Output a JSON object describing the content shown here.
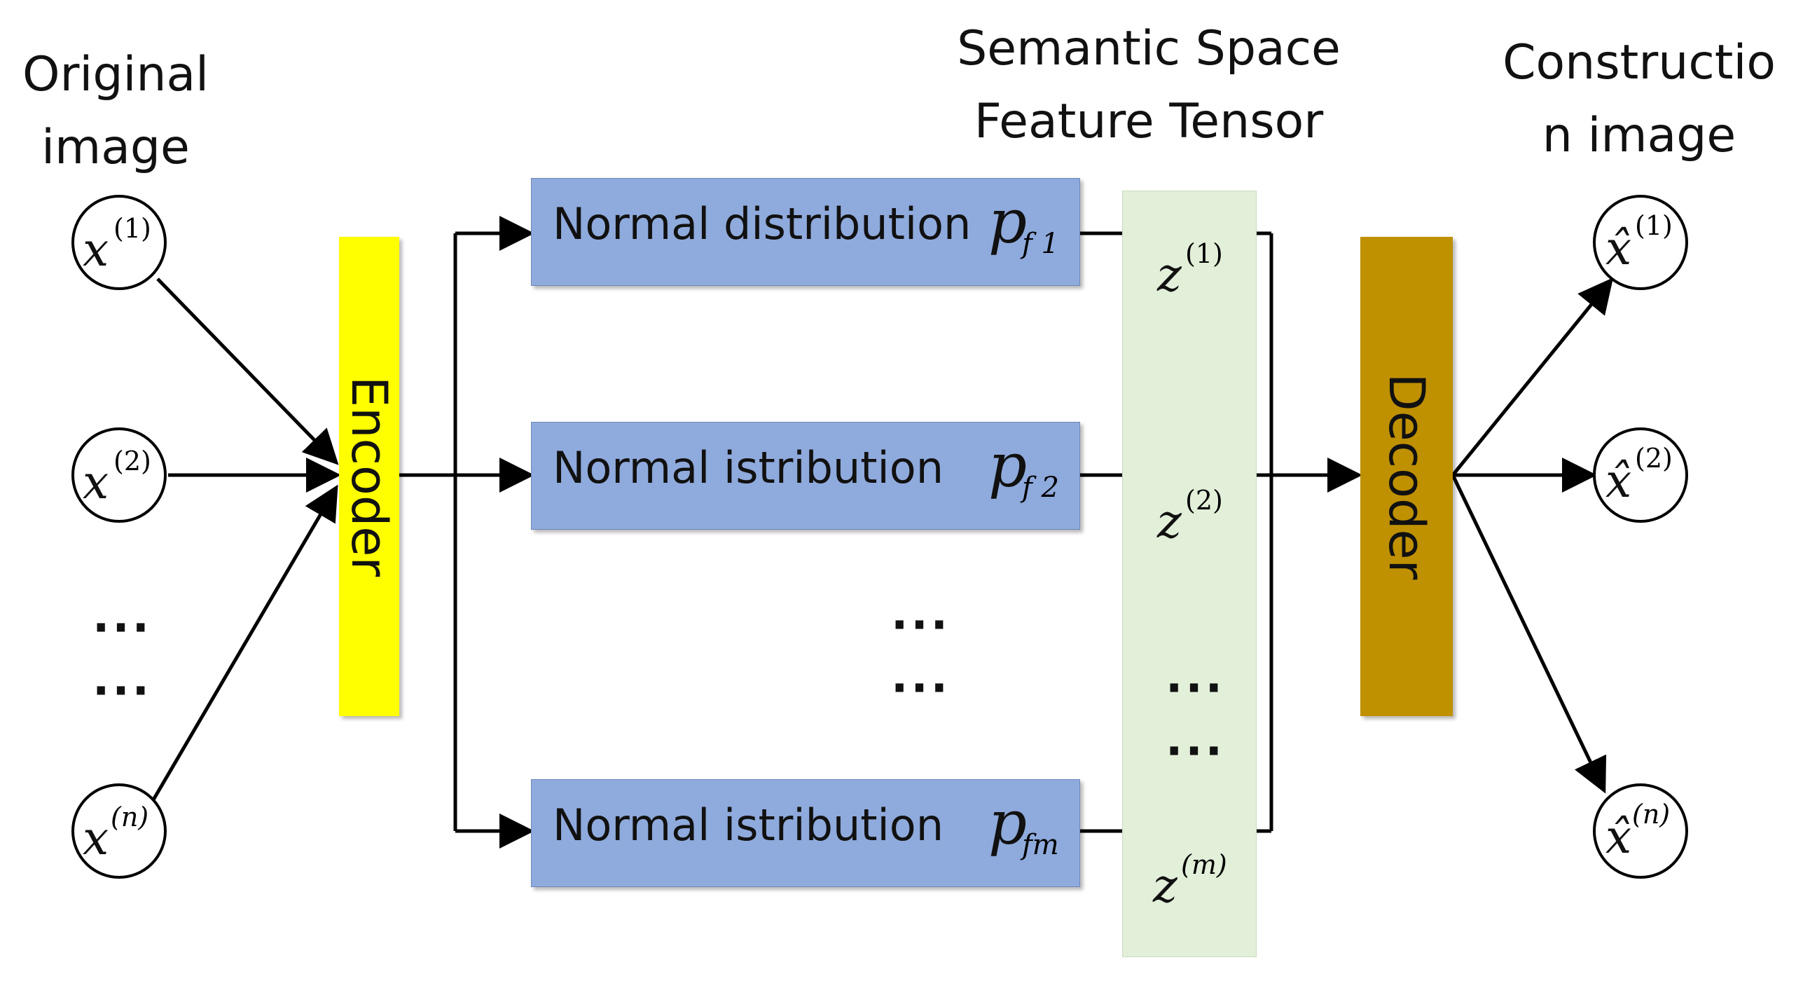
{
  "labels": {
    "original_image": [
      "Original",
      "image"
    ],
    "semantic_space": [
      "Semantic Space",
      "Feature Tensor"
    ],
    "construction_image": [
      "Constructio",
      "n image"
    ]
  },
  "inputs": [
    {
      "var": "x",
      "sup": "(1)"
    },
    {
      "var": "x",
      "sup": "(2)"
    },
    {
      "var": "x",
      "sup": "(n)"
    }
  ],
  "outputs": [
    {
      "var": "x̂",
      "sup": "(1)"
    },
    {
      "var": "x̂",
      "sup": "(2)"
    },
    {
      "var": "x̂",
      "sup": "(n)"
    }
  ],
  "encoder": {
    "label": "Encoder",
    "color": "#ffff00"
  },
  "decoder": {
    "label": "Decoder",
    "color": "#bf9000"
  },
  "distributions": [
    {
      "text": "Normal distribution",
      "p": "p",
      "sub": "f 1"
    },
    {
      "text": "Normal istribution",
      "p": "p",
      "sub": "f 2"
    },
    {
      "text": "Normal istribution",
      "p": "p",
      "sub": "fm"
    }
  ],
  "latents": [
    {
      "var": "z",
      "sup": "(1)"
    },
    {
      "var": "z",
      "sup": "(2)"
    },
    {
      "var": "z",
      "sup": "(m)"
    }
  ],
  "ellipsis": "···",
  "colors": {
    "distribution_box": "#8faadc",
    "tensor_panel": "#e2efd9"
  }
}
